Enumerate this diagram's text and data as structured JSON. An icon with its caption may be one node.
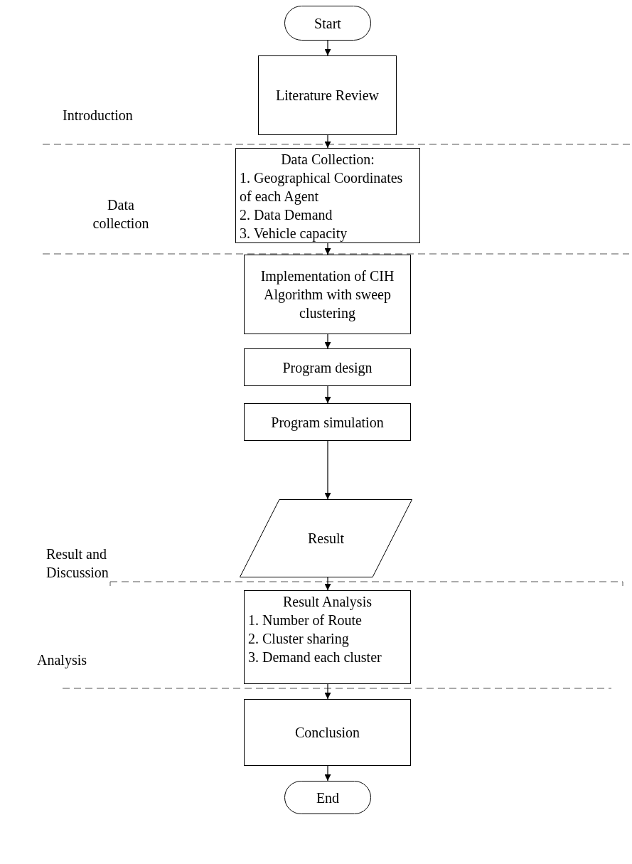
{
  "diagram": {
    "nodes": [
      {
        "text": [
          "Start"
        ]
      },
      {
        "text": [
          "Literature Review"
        ]
      },
      {
        "text": [
          "Data Collection:",
          "1. Geographical Coordinates of each Agent",
          "2. Data Demand",
          "3. Vehicle capacity"
        ]
      },
      {
        "text": [
          "Implementation of CIH Algorithm with sweep clustering"
        ]
      },
      {
        "text": [
          "Program design"
        ]
      },
      {
        "text": [
          "Program simulation"
        ]
      },
      {
        "text": [
          "Result"
        ]
      },
      {
        "text": [
          "Result Analysis",
          "1. Number of Route",
          "2. Cluster sharing",
          "3. Demand each cluster"
        ]
      },
      {
        "text": [
          "Conclusion"
        ]
      },
      {
        "text": [
          "End"
        ]
      }
    ],
    "edges": [
      {
        "from": 0,
        "to": 1,
        "arrow": "to"
      },
      {
        "from": 1,
        "to": 2,
        "arrow": "to"
      },
      {
        "from": 2,
        "to": 3,
        "arrow": "to"
      },
      {
        "from": 3,
        "to": 4,
        "arrow": "to"
      },
      {
        "from": 4,
        "to": 5,
        "arrow": "to"
      },
      {
        "from": 5,
        "to": 6,
        "arrow": "to"
      },
      {
        "from": 6,
        "to": 7,
        "arrow": "to"
      },
      {
        "from": 7,
        "to": 8,
        "arrow": "to"
      },
      {
        "from": 8,
        "to": 9,
        "arrow": "to"
      }
    ],
    "labels": [
      "Introduction",
      "Data collection",
      "Result and Discussion",
      "Analysis"
    ]
  }
}
